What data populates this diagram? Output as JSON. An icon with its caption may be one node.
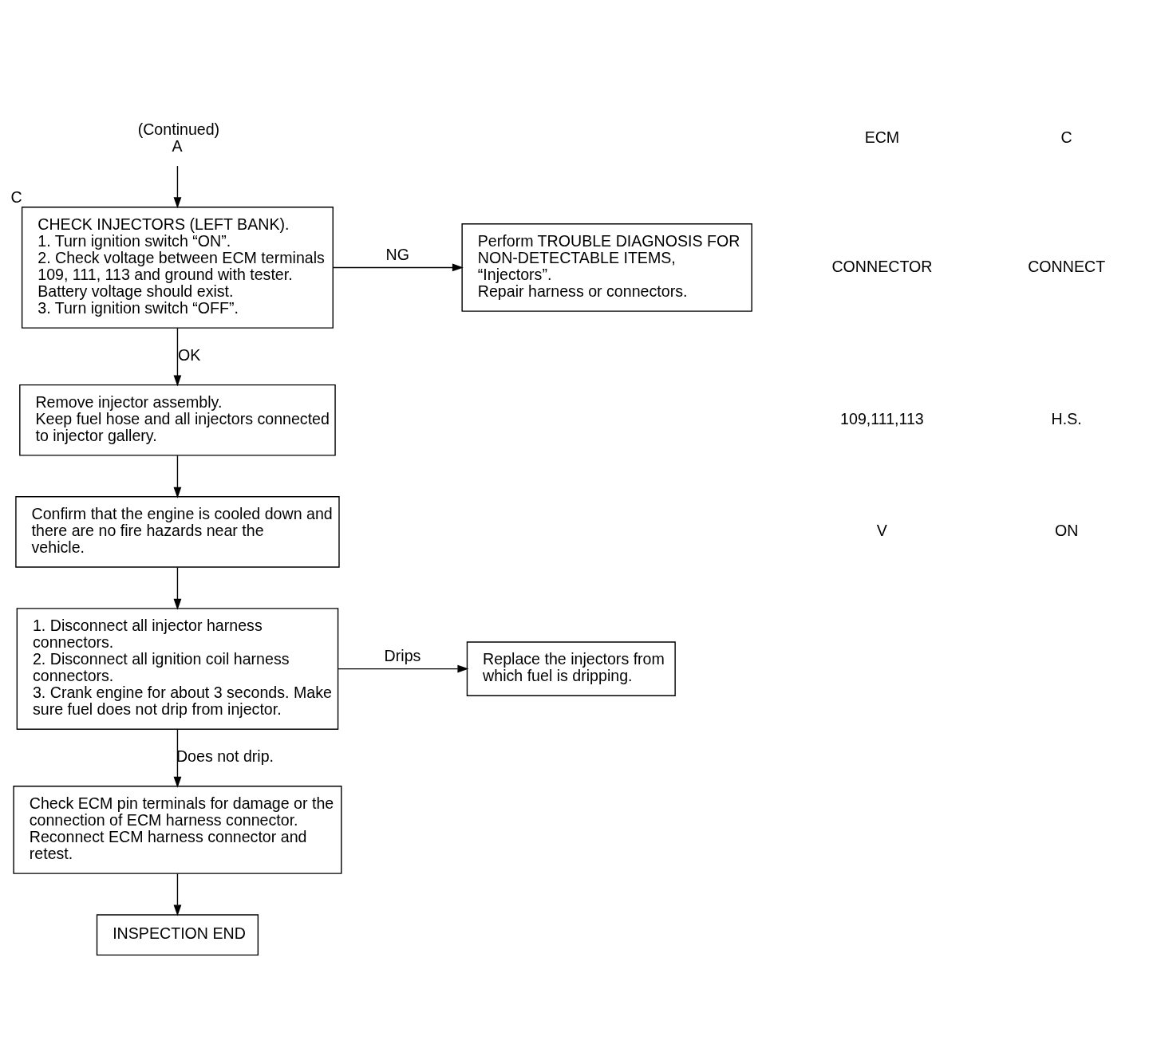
{
  "diagram": {
    "nodes": [
      {
        "text": [
          "(Continued)",
          "A"
        ]
      },
      {
        "text": [
          "CHECK INJECTORS (LEFT BANK).",
          "1. Turn ignition switch “ON”.",
          "2. Check voltage between ECM terminals 109, 111, 113 and ground with tester.",
          "Battery voltage should exist.",
          "3. Turn ignition switch “OFF”."
        ],
        "beside": [
          "C"
        ]
      },
      {
        "text": [
          "Perform TROUBLE DIAGNOSIS FOR NON-DETECTABLE ITEMS, “Injectors”.",
          "Repair harness or connectors."
        ]
      },
      {
        "text": [
          "Remove injector assembly.",
          "Keep fuel hose and all injectors connected to injector gallery."
        ]
      },
      {
        "text": [
          "Confirm that the engine is cooled down and there are no fire hazards near the vehicle."
        ]
      },
      {
        "text": [
          "1. Disconnect all injector harness connectors.",
          "2. Disconnect all ignition coil harness connectors.",
          "3. Crank engine for about 3 seconds. Make sure fuel does not drip from injector."
        ]
      },
      {
        "text": [
          "Replace the injectors from which fuel is dripping."
        ]
      },
      {
        "text": [
          "Check ECM pin terminals for damage or the connection of ECM harness connector. Reconnect ECM harness connector and retest."
        ]
      },
      {
        "text": [
          "INSPECTION END"
        ]
      }
    ],
    "edges": [
      {
        "from": 0,
        "to": 1,
        "arrow": "to"
      },
      {
        "from": 1,
        "to": 2,
        "arrow": "to",
        "label": "NG"
      },
      {
        "from": 1,
        "to": 3,
        "arrow": "to",
        "label": "OK"
      },
      {
        "from": 3,
        "to": 4,
        "arrow": "to"
      },
      {
        "from": 4,
        "to": 5,
        "arrow": "to"
      },
      {
        "from": 5,
        "to": 6,
        "arrow": "to",
        "label": "Drips"
      },
      {
        "from": 5,
        "to": 7,
        "arrow": "to",
        "label": "Does not drip."
      },
      {
        "from": 7,
        "to": 8,
        "arrow": "to"
      }
    ],
    "labels": [
      "C",
      "CONNECT",
      "H.S.",
      "ON",
      "ECM",
      "CONNECTOR",
      "109,111,113",
      "V"
    ]
  }
}
